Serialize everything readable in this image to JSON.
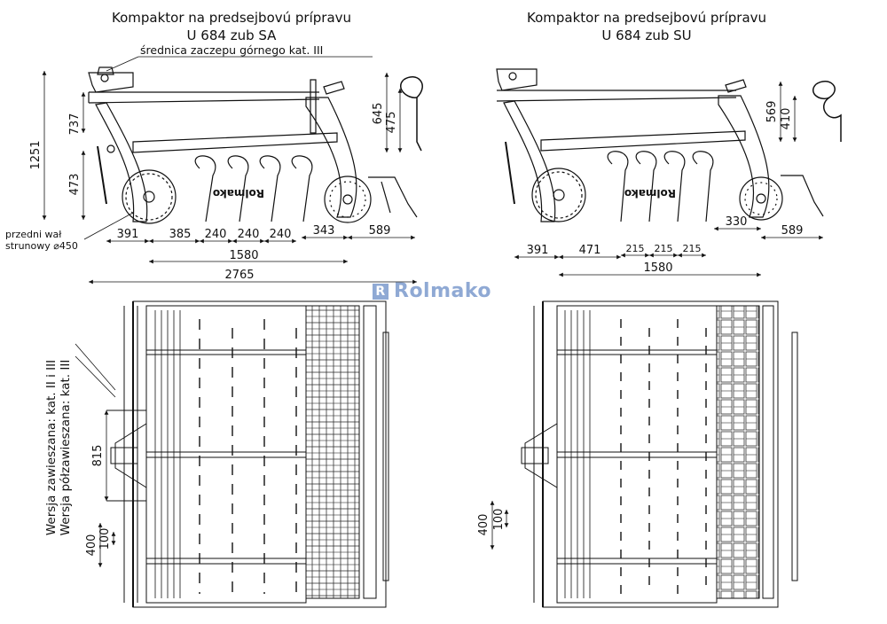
{
  "left": {
    "title_line1": "Kompaktor na predsejbovú prípravu",
    "title_line2": "U 684 zub SA",
    "hitch_note": "średnica zaczepu górnego kat. III",
    "roller_note_line1": "przedni wał",
    "roller_note_line2": "strunowy ⌀450",
    "dims": {
      "height_total": "1251",
      "height_upper": "737",
      "height_lower": "473",
      "tine_total": "645",
      "tine_upper": "475",
      "d_391": "391",
      "d_385": "385",
      "d_240a": "240",
      "d_240b": "240",
      "d_240c": "240",
      "d_343": "343",
      "d_589": "589",
      "d_1580": "1580",
      "d_2765": "2765",
      "plan_815": "815",
      "plan_400": "400",
      "plan_100": "100"
    },
    "version_line1": "Wersja zawieszana: kat. II i III",
    "version_line2": "Wersja półzawieszana: kat. III",
    "frame_label": "Rolmako"
  },
  "right": {
    "title_line1": "Kompaktor na predsejbovú prípravu",
    "title_line2": "U 684 zub SU",
    "dims": {
      "tine_total": "569",
      "tine_upper": "410",
      "d_391": "391",
      "d_471": "471",
      "d_215a": "215",
      "d_215b": "215",
      "d_215c": "215",
      "d_330": "330",
      "d_589": "589",
      "d_1580": "1580",
      "plan_400": "400",
      "plan_100": "100"
    },
    "frame_label": "Rolmako"
  },
  "brand": {
    "mark": "R",
    "name": "Rolmako",
    "color": "#8fa9d4"
  }
}
